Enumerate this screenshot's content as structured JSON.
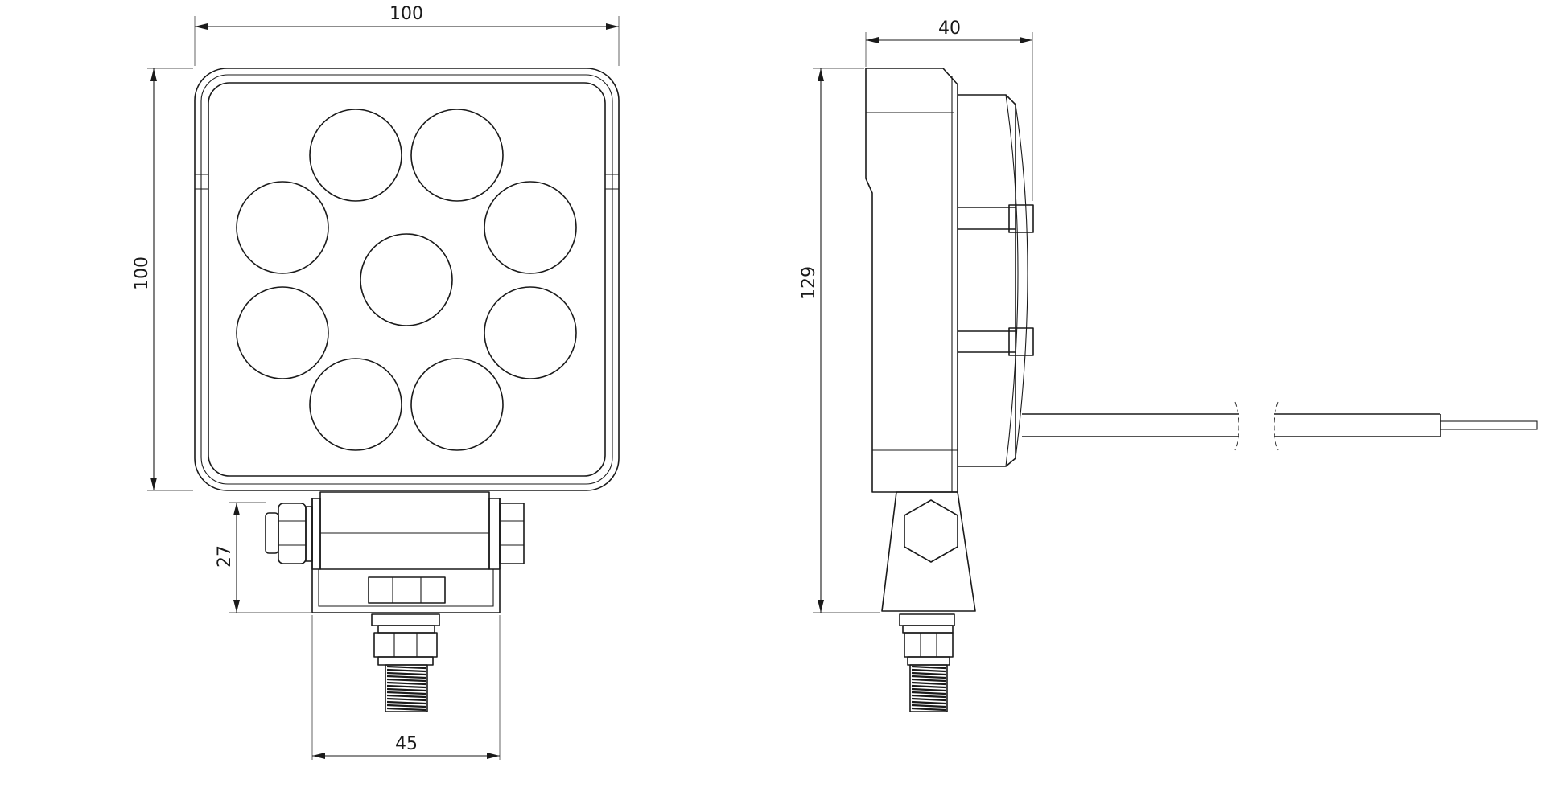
{
  "dimensions": {
    "front_width": "100",
    "front_height": "100",
    "bracket_height": "27",
    "bracket_width": "45",
    "side_depth": "40",
    "side_total_height": "129"
  },
  "views": [
    "front-view",
    "side-view"
  ],
  "led_count": 9
}
